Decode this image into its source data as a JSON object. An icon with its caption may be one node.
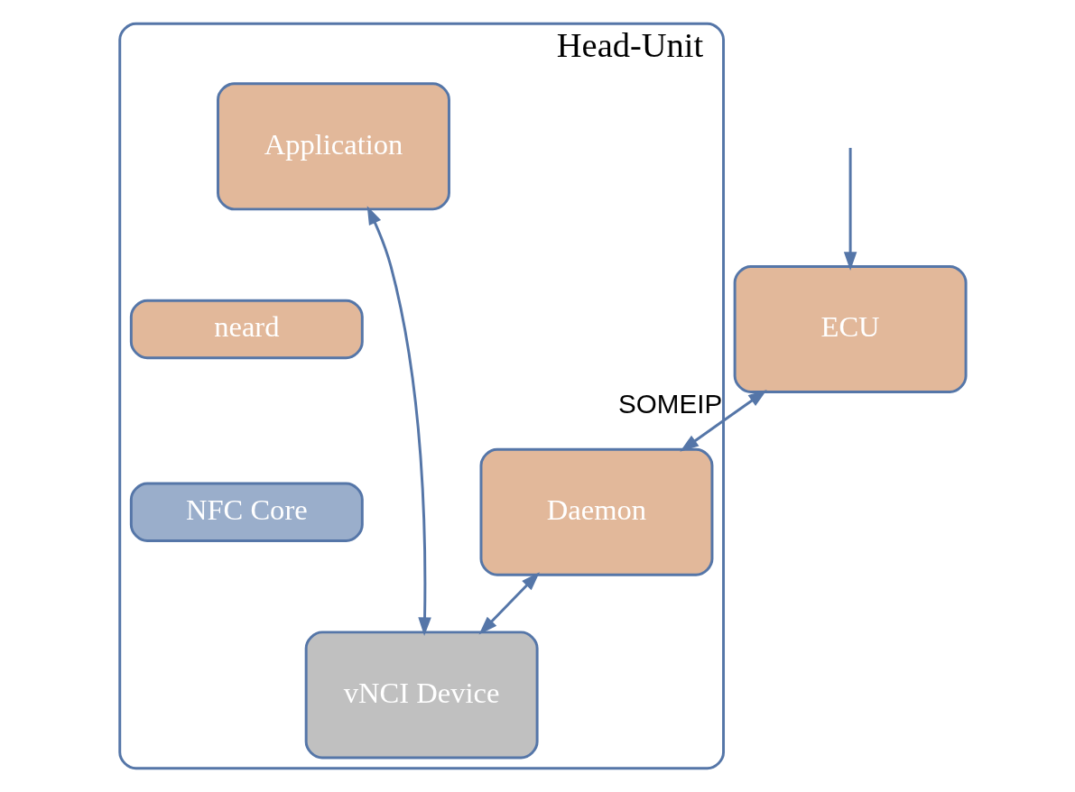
{
  "diagram": {
    "nodes": [
      {
        "text": [
          "ECU"
        ]
      },
      {
        "text": [
          "Head-Unit"
        ]
      },
      {
        "text": [
          "Daemon"
        ],
        "in": 1
      },
      {
        "text": [
          "Application"
        ],
        "in": 1
      },
      {
        "text": [
          "neard"
        ],
        "in": 1
      },
      {
        "text": [
          "NFC Core"
        ],
        "in": 1
      },
      {
        "text": [
          "vNCI Device"
        ],
        "in": 1
      }
    ],
    "edges": [
      {
        "from": null,
        "to": 0,
        "arrow": "to"
      },
      {
        "from": 0,
        "to": 2,
        "arrow": "both",
        "label": "SOMEIP"
      },
      {
        "from": 2,
        "to": 6,
        "arrow": "both"
      },
      {
        "from": 3,
        "to": 6,
        "arrow": "both"
      }
    ]
  }
}
